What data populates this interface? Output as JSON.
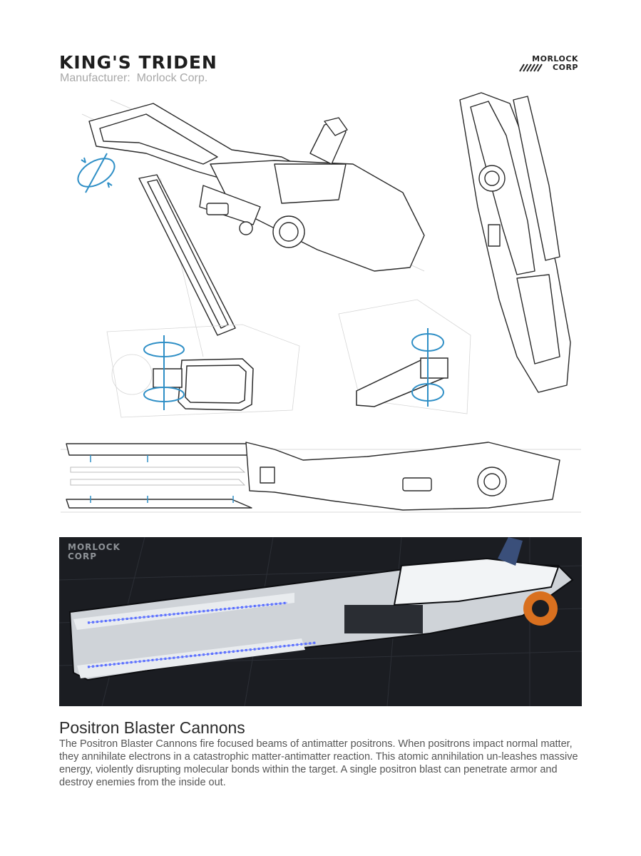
{
  "header": {
    "title": "KING'S TRIDEN",
    "manufacturer_line": "Manufacturer:  Morlock Corp."
  },
  "brand": {
    "logo_line1": "MORLOCK",
    "logo_line2": "CORP"
  },
  "render": {
    "watermark_line1": "MORLOCK",
    "watermark_line2": "CORP"
  },
  "section": {
    "title": "Positron Blaster Cannons",
    "body": "The Positron Blaster Cannons fire focused beams of antimatter positrons. When positrons impact normal matter, they annihilate electrons in a catastrophic matter-antimatter reaction. This atomic annihilation un-leashes massive energy, violently disrupting molecular bonds within the target. A single positron blast can penetrate armor and destroy enemies from the inside out."
  },
  "colors": {
    "accent_blue": "#2f8fc6",
    "glow_blue": "#3d55ff",
    "render_bg": "#1b1d22",
    "orange_accent": "#d9701f"
  }
}
